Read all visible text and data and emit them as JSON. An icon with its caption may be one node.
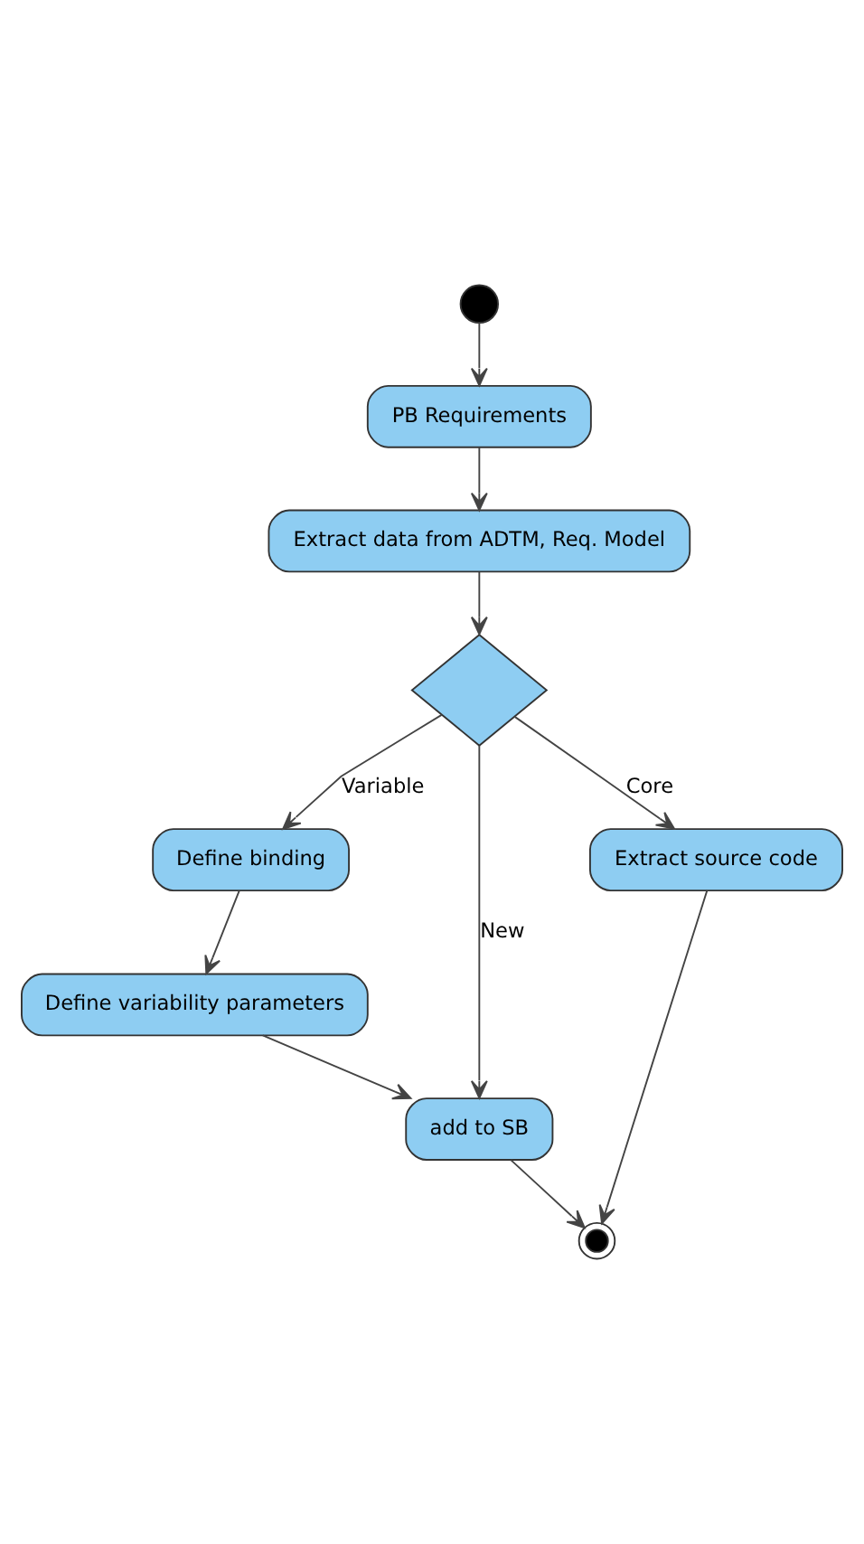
{
  "diagram": {
    "nodes": [
      {
        "text": [],
        "shape": "circle"
      },
      {
        "text": [
          "PB Requirements"
        ]
      },
      {
        "text": [
          "Extract data from ADTM, Req. Model"
        ]
      },
      {
        "text": [],
        "shape": "diamond"
      },
      {
        "text": [
          "Define binding"
        ]
      },
      {
        "text": [
          "Define variability parameters"
        ]
      },
      {
        "text": [
          "add to SB"
        ]
      },
      {
        "text": [
          "Extract source code"
        ]
      },
      {
        "text": [],
        "shape": "bullseye"
      }
    ],
    "edges": [
      {
        "from": 0,
        "to": 1,
        "arrow": "to"
      },
      {
        "from": 1,
        "to": 2,
        "arrow": "to"
      },
      {
        "from": 2,
        "to": 3,
        "arrow": "to"
      },
      {
        "from": 3,
        "to": 4,
        "arrow": "to",
        "label": "Variable"
      },
      {
        "from": 3,
        "to": 6,
        "arrow": "to",
        "label": "New"
      },
      {
        "from": 3,
        "to": 7,
        "arrow": "to",
        "label": "Core"
      },
      {
        "from": 4,
        "to": 5,
        "arrow": "to"
      },
      {
        "from": 5,
        "to": 6,
        "arrow": "to"
      },
      {
        "from": 6,
        "to": 8,
        "arrow": "to"
      },
      {
        "from": 7,
        "to": 8,
        "arrow": "to"
      }
    ]
  }
}
